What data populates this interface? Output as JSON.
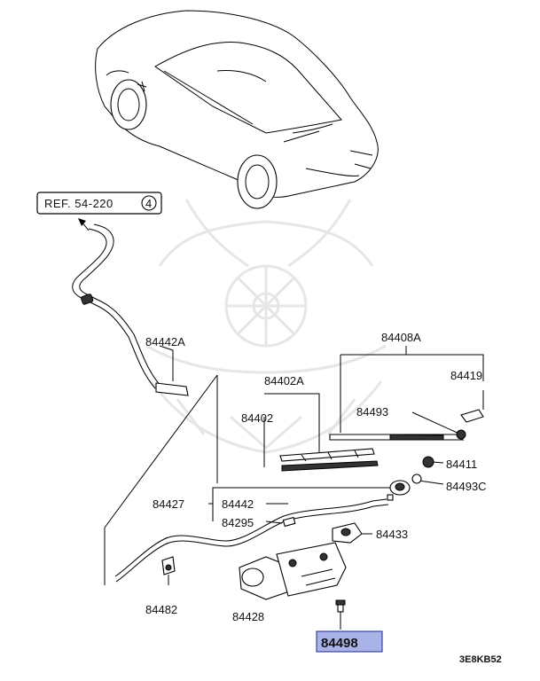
{
  "reference": {
    "text": "REF. 54-220",
    "badge": "4"
  },
  "labels": {
    "p84408A": "84408A",
    "p84419": "84419",
    "p84402A": "84402A",
    "p84402": "84402",
    "p84493": "84493",
    "p84442A": "84442A",
    "p84411": "84411",
    "p84493C": "84493C",
    "p84427": "84427",
    "p84442": "84442",
    "p84295": "84295",
    "p84433": "84433",
    "p84482": "84482",
    "p84428": "84428",
    "p84498": "84498"
  },
  "diagram_code": "3E8KB52",
  "highlight_color": "#aab3e8"
}
